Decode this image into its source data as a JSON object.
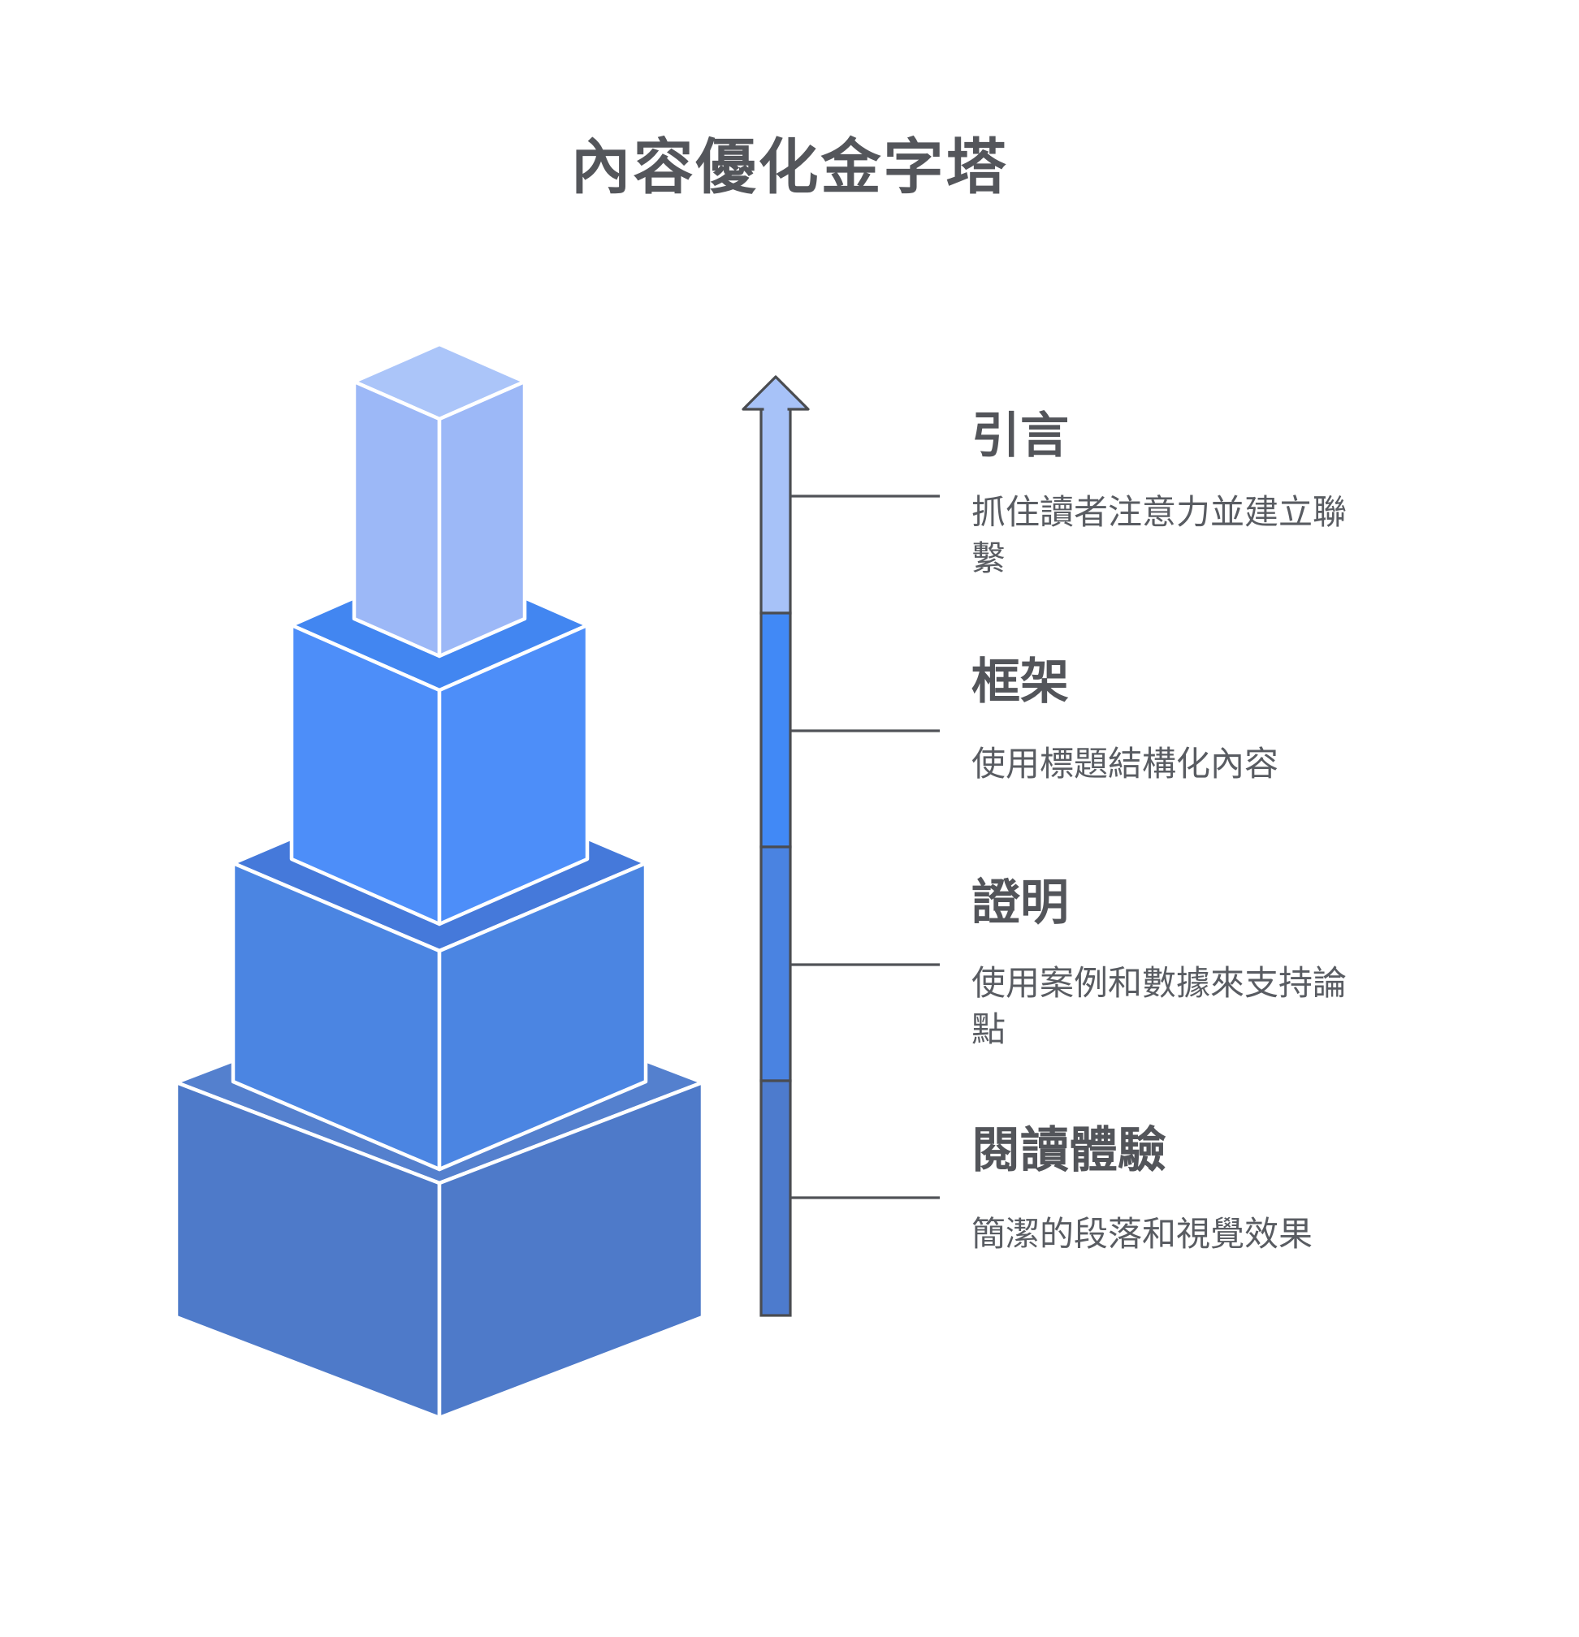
{
  "title": "內容優化金字塔",
  "levels": [
    {
      "heading": "引言",
      "description": "抓住讀者注意力並建立聯繫"
    },
    {
      "heading": "框架",
      "description": "使用標題結構化內容"
    },
    {
      "heading": "證明",
      "description": "使用案例和數據來支持論點"
    },
    {
      "heading": "閱讀體驗",
      "description": "簡潔的段落和視覺效果"
    }
  ],
  "pyramid": {
    "blocks": [
      {
        "name": "level-1-top",
        "side": "#9CB8F7",
        "top_face": "#ABC5F9"
      },
      {
        "name": "level-2",
        "side": "#4D8EF9",
        "top_face": "#4286F1"
      },
      {
        "name": "level-3",
        "side": "#4B85E2",
        "top_face": "#4579DA"
      },
      {
        "name": "level-4-bottom",
        "side": "#4E7AC9",
        "top_face": "#5480CE"
      }
    ],
    "edge_color": "#FFFFFF"
  },
  "arrow": {
    "direction": "up",
    "segment_colors": [
      "#A7C2F8",
      "#4189F6",
      "#4A83E1",
      "#4D7BCD"
    ],
    "outline_color": "#4A4C50",
    "tick_color": "#515358"
  },
  "colors": {
    "background": "#FFFFFF",
    "title_text": "#54565B",
    "heading_text": "#53555A",
    "description_text": "#595C62"
  }
}
